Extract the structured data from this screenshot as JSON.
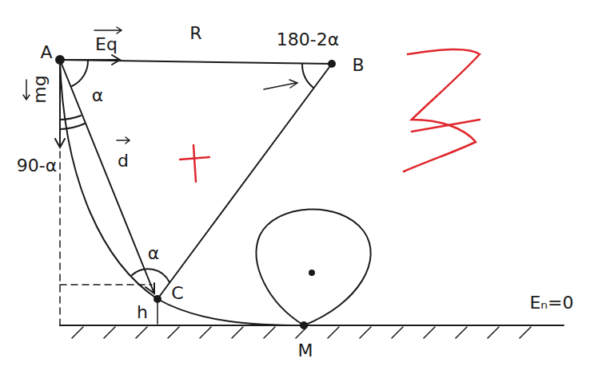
{
  "diagram": {
    "labels": [
      "A",
      "Eq",
      "R",
      "180-2α",
      "B",
      "mg",
      "α",
      "90-α",
      "d",
      "α",
      "C",
      "h",
      "M",
      "Eₙ=0"
    ]
  }
}
